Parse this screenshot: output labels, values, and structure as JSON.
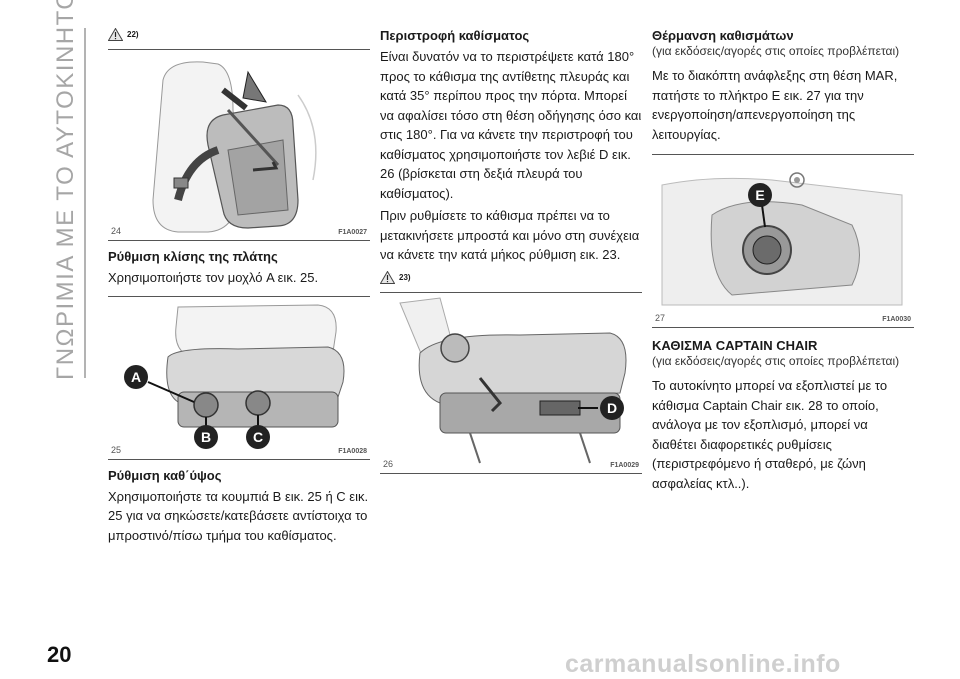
{
  "sidebar": {
    "title": "ΓΝΩΡΙΜΙΑ ΜΕ ΤΟ ΑΥΤΟΚΙΝΗΤΟ",
    "page_number": "20"
  },
  "watermark": "carmanualsonline.info",
  "col1": {
    "warning_ref": "22)",
    "fig24": {
      "num": "24",
      "code": "F1A0027"
    },
    "section1": {
      "title": "Ρύθμιση κλίσης της πλάτης",
      "body": "Χρησιμοποιήστε τον μοχλό A εικ. 25."
    },
    "fig25": {
      "num": "25",
      "code": "F1A0028",
      "labels": [
        "A",
        "B",
        "C"
      ]
    },
    "section2": {
      "title": "Ρύθμιση καθ΄ύψος",
      "body": "Χρησιμοποιήστε τα κουμπιά B εικ. 25 ή C εικ. 25 για να σηκώσετε/κατεβάσετε αντίστοιχα το μπροστινό/πίσω τμήμα του καθίσματος."
    }
  },
  "col2": {
    "section": {
      "title": "Περιστροφή καθίσματος",
      "para1": "Είναι δυνατόν να το περιστρέψετε κατά 180° προς το κάθισμα της αντίθετης πλευράς και κατά 35° περίπου προς την πόρτα. Μπορεί να αφαλίσει τόσο στη θέση οδήγησης όσο και στις 180°. Για να κάνετε την περιστροφή του καθίσματος χρησιμοποιήστε τον λεβιέ D εικ. 26 (βρίσκεται στη δεξιά πλευρά του καθίσματος).",
      "para2": "Πριν ρυθμίσετε το κάθισμα πρέπει να το μετακινήσετε μπροστά και μόνο στη συνέχεια να κάνετε την κατά μήκος ρύθμιση εικ. 23."
    },
    "warning_ref": "23)",
    "fig26": {
      "num": "26",
      "code": "F1A0029",
      "label": "D"
    }
  },
  "col3": {
    "section1": {
      "title": "Θέρμανση καθισμάτων",
      "subtitle": "(για εκδόσεις/αγορές στις οποίες προβλέπεται)",
      "body": "Με το διακόπτη ανάφλεξης στη θέση MAR, πατήστε το πλήκτρο E εικ. 27 για την ενεργοποίηση/απενεργοποίηση της λειτουργίας."
    },
    "fig27": {
      "num": "27",
      "code": "F1A0030",
      "label": "E"
    },
    "section2": {
      "title": "ΚΑΘΙΣΜΑ CAPTAIN CHAIR",
      "subtitle": "(για εκδόσεις/αγορές στις οποίες προβλέπεται)",
      "body": "Το αυτοκίνητο μπορεί να εξοπλιστεί με το κάθισμα Captain Chair εικ. 28 το οποίο, ανάλογα με τον εξοπλισμό, μπορεί να διαθέτει διαφορετικές ρυθμίσεις (περιστρεφόμενο ή σταθερό, με ζώνη ασφαλείας κτλ..)."
    }
  }
}
